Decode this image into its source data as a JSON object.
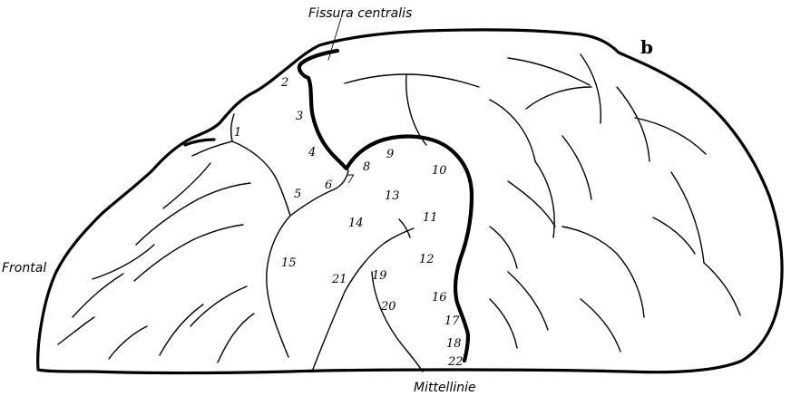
{
  "panel_letter": "b",
  "labels": {
    "fissure": "Fissura centralis",
    "frontal": "Frontal",
    "midline": "Mittellinie"
  },
  "areas": [
    {
      "id": "1",
      "text": "1"
    },
    {
      "id": "2",
      "text": "2"
    },
    {
      "id": "3",
      "text": "3"
    },
    {
      "id": "4",
      "text": "4"
    },
    {
      "id": "5",
      "text": "5"
    },
    {
      "id": "6",
      "text": "6"
    },
    {
      "id": "7",
      "text": "7"
    },
    {
      "id": "8",
      "text": "8"
    },
    {
      "id": "9",
      "text": "9"
    },
    {
      "id": "10",
      "text": "10"
    },
    {
      "id": "11",
      "text": "11"
    },
    {
      "id": "12",
      "text": "12"
    },
    {
      "id": "13",
      "text": "13"
    },
    {
      "id": "14",
      "text": "14"
    },
    {
      "id": "15",
      "text": "15"
    },
    {
      "id": "16",
      "text": "16"
    },
    {
      "id": "17",
      "text": "17"
    },
    {
      "id": "18",
      "text": "18"
    },
    {
      "id": "19",
      "text": "19"
    },
    {
      "id": "20",
      "text": "20"
    },
    {
      "id": "21",
      "text": "21"
    },
    {
      "id": "22",
      "text": "22"
    }
  ]
}
